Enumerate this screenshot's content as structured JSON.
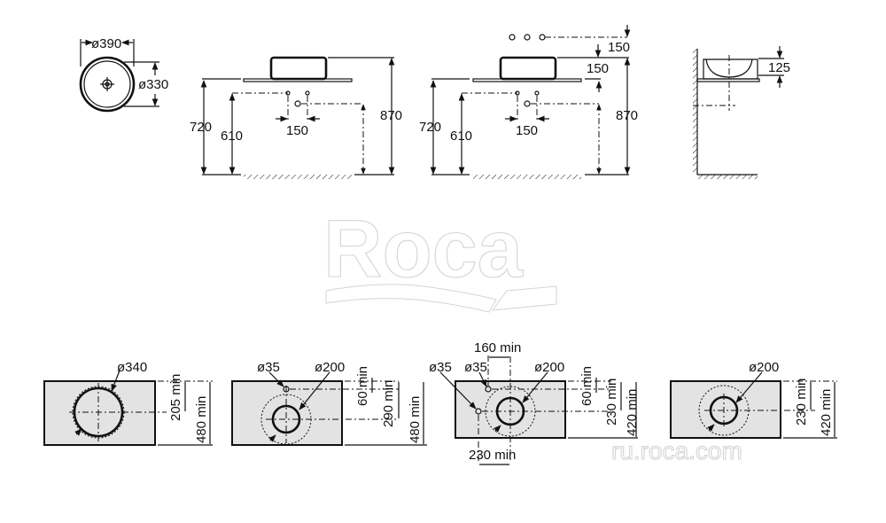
{
  "top_views": {
    "plan": {
      "outer_diameter": "ø390",
      "inner_diameter": "ø330"
    },
    "front_1": {
      "h_counter": "720",
      "h_tap": "610",
      "tap_spacing": "150",
      "h_top": "870"
    },
    "front_2": {
      "h_counter": "720",
      "h_tap": "610",
      "tap_spacing": "150",
      "h_top": "870",
      "wall_tap_offset": "150",
      "bowl_gap": "150"
    },
    "side": {
      "bowl_height": "125"
    }
  },
  "watermark": {
    "brand": "Roca",
    "url": "ru.roca.com"
  },
  "cutouts": [
    {
      "diameter": "ø340",
      "dim_a": "205 min",
      "dim_b": "480 min"
    },
    {
      "tap_hole": "ø35",
      "waste_hole": "ø200",
      "dim_a": "60 min",
      "dim_b": "290 min",
      "dim_c": "480 min"
    },
    {
      "tap_hole_1": "ø35",
      "tap_hole_2": "ø35",
      "waste_hole": "ø200",
      "top_spacing": "160 min",
      "bottom_spacing": "230 min",
      "dim_a": "60 min",
      "dim_b": "230 min",
      "dim_c": "420 min"
    },
    {
      "waste_hole": "ø200",
      "dim_a": "230 min",
      "dim_b": "420 min"
    }
  ]
}
